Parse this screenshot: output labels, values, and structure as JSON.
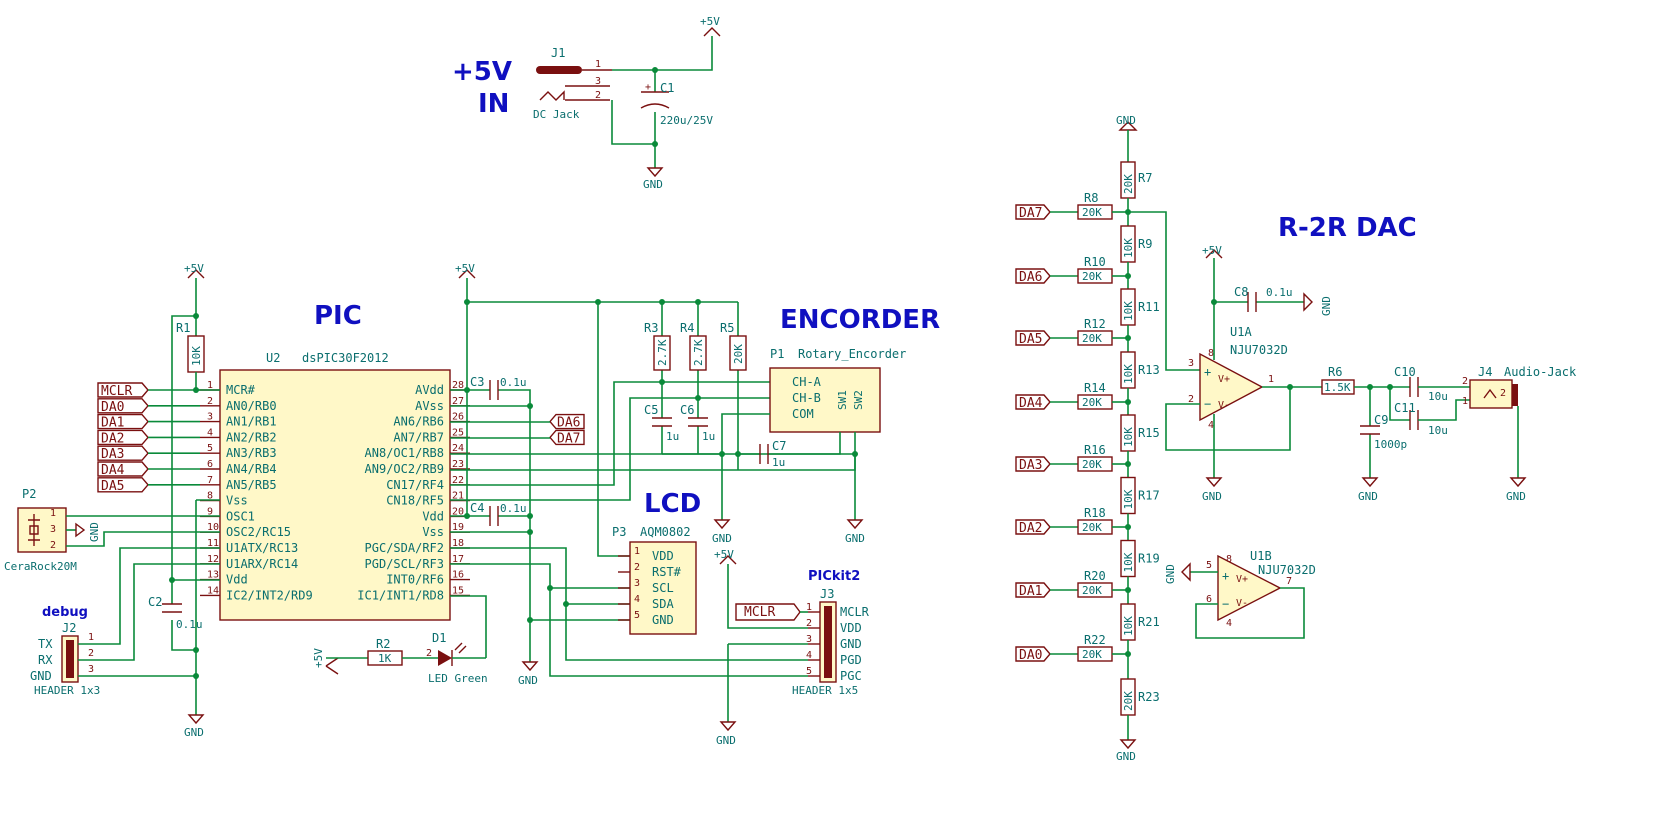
{
  "titles": {
    "power_in_line1": "+5V",
    "power_in_line2": "IN",
    "pic": "PIC",
    "encoder": "ENCORDER",
    "lcd": "LCD",
    "dac": "R-2R DAC",
    "pickit": "PICkit2",
    "debug": "debug"
  },
  "power": {
    "vcc": "+5V",
    "gnd": "GND",
    "j1_ref": "J1",
    "j1_name": "DC Jack",
    "c1_ref": "C1",
    "c1_value": "220u/25V",
    "pin1": "1",
    "pin2": "2",
    "pin3": "3"
  },
  "u2": {
    "ref": "U2",
    "name": "dsPIC30F2012",
    "left_pins": [
      {
        "num": "1",
        "name": "MCR#"
      },
      {
        "num": "2",
        "name": "AN0/RB0"
      },
      {
        "num": "3",
        "name": "AN1/RB1"
      },
      {
        "num": "4",
        "name": "AN2/RB2"
      },
      {
        "num": "5",
        "name": "AN3/RB3"
      },
      {
        "num": "6",
        "name": "AN4/RB4"
      },
      {
        "num": "7",
        "name": "AN5/RB5"
      },
      {
        "num": "8",
        "name": "Vss"
      },
      {
        "num": "9",
        "name": "OSC1"
      },
      {
        "num": "10",
        "name": "OSC2/RC15"
      },
      {
        "num": "11",
        "name": "U1ATX/RC13"
      },
      {
        "num": "12",
        "name": "U1ARX/RC14"
      },
      {
        "num": "13",
        "name": "Vdd"
      },
      {
        "num": "14",
        "name": "IC2/INT2/RD9"
      }
    ],
    "right_pins": [
      {
        "num": "28",
        "name": "AVdd"
      },
      {
        "num": "27",
        "name": "AVss"
      },
      {
        "num": "26",
        "name": "AN6/RB6"
      },
      {
        "num": "25",
        "name": "AN7/RB7"
      },
      {
        "num": "24",
        "name": "AN8/OC1/RB8"
      },
      {
        "num": "23",
        "name": "AN9/OC2/RB9"
      },
      {
        "num": "22",
        "name": "CN17/RF4"
      },
      {
        "num": "21",
        "name": "CN18/RF5"
      },
      {
        "num": "20",
        "name": "Vdd"
      },
      {
        "num": "19",
        "name": "Vss"
      },
      {
        "num": "18",
        "name": "PGC/SDA/RF2"
      },
      {
        "num": "17",
        "name": "PGD/SCL/RF3"
      },
      {
        "num": "16",
        "name": "INT0/RF6"
      },
      {
        "num": "15",
        "name": "IC1/INT1/RD8"
      }
    ]
  },
  "labels_left": [
    "MCLR",
    "DA0",
    "DA1",
    "DA2",
    "DA3",
    "DA4",
    "DA5"
  ],
  "labels_right": [
    "DA6",
    "DA7"
  ],
  "pic_parts": {
    "r1_ref": "R1",
    "r1_value": "10K",
    "c2_ref": "C2",
    "c2_value": "0.1u",
    "c3_ref": "C3",
    "c3_value": "0.1u",
    "c4_ref": "C4",
    "c4_value": "0.1u",
    "r2_ref": "R2",
    "r2_value": "1K",
    "d1_ref": "D1",
    "d1_value": "LED Green",
    "p2_ref": "P2",
    "p2_value": "CeraRock20M",
    "j2_ref": "J2",
    "j2_value": "HEADER 1x3",
    "j2_pins": [
      "TX",
      "RX",
      "GND"
    ]
  },
  "encoder": {
    "ref": "P1",
    "name": "Rotary_Encorder",
    "pins": [
      "CH-A",
      "CH-B",
      "COM"
    ],
    "sw": [
      "SW1",
      "SW2"
    ],
    "r3_ref": "R3",
    "r3_value": "2.7K",
    "r4_ref": "R4",
    "r4_value": "2.7K",
    "r5_ref": "R5",
    "r5_value": "20K",
    "c5_ref": "C5",
    "c5_value": "1u",
    "c6_ref": "C6",
    "c6_value": "1u",
    "c7_ref": "C7",
    "c7_value": "1u"
  },
  "lcd": {
    "ref": "P3",
    "name": "AQM0802",
    "pins": [
      {
        "num": "1",
        "name": "VDD"
      },
      {
        "num": "2",
        "name": "RST#"
      },
      {
        "num": "3",
        "name": "SCL"
      },
      {
        "num": "4",
        "name": "SDA"
      },
      {
        "num": "5",
        "name": "GND"
      }
    ]
  },
  "pickit": {
    "ref": "J3",
    "value": "HEADER 1x5",
    "label": "MCLR",
    "pins": [
      {
        "num": "1",
        "name": "MCLR"
      },
      {
        "num": "2",
        "name": "VDD"
      },
      {
        "num": "3",
        "name": "GND"
      },
      {
        "num": "4",
        "name": "PGD"
      },
      {
        "num": "5",
        "name": "PGC"
      }
    ]
  },
  "dac": {
    "inputs": [
      "DA7",
      "DA6",
      "DA5",
      "DA4",
      "DA3",
      "DA2",
      "DA1",
      "DA0"
    ],
    "series": [
      {
        "ref": "R8",
        "value": "20K"
      },
      {
        "ref": "R10",
        "value": "20K"
      },
      {
        "ref": "R12",
        "value": "20K"
      },
      {
        "ref": "R14",
        "value": "20K"
      },
      {
        "ref": "R16",
        "value": "20K"
      },
      {
        "ref": "R18",
        "value": "20K"
      },
      {
        "ref": "R20",
        "value": "20K"
      },
      {
        "ref": "R22",
        "value": "20K"
      }
    ],
    "ladder": [
      {
        "ref": "R7",
        "value": "20K"
      },
      {
        "ref": "R9",
        "value": "10K"
      },
      {
        "ref": "R11",
        "value": "10K"
      },
      {
        "ref": "R13",
        "value": "10K"
      },
      {
        "ref": "R15",
        "value": "10K"
      },
      {
        "ref": "R17",
        "value": "10K"
      },
      {
        "ref": "R19",
        "value": "10K"
      },
      {
        "ref": "R21",
        "value": "10K"
      },
      {
        "ref": "R23",
        "value": "20K"
      }
    ],
    "u1a_ref": "U1A",
    "u1a_value": "NJU7032D",
    "u1b_ref": "U1B",
    "u1b_value": "NJU7032D",
    "c8_ref": "C8",
    "c8_value": "0.1u",
    "r6_ref": "R6",
    "r6_value": "1.5K",
    "c9_ref": "C9",
    "c9_value": "1000p",
    "c10_ref": "C10",
    "c10_value": "10u",
    "c11_ref": "C11",
    "c11_value": "10u",
    "j4_ref": "J4",
    "j4_value": "Audio-Jack"
  }
}
